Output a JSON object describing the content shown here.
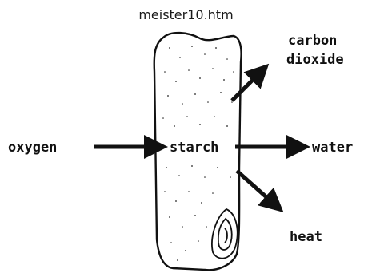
{
  "header": {
    "file_name": "meister10.htm"
  },
  "diagram": {
    "center_label": "starch",
    "inputs": [
      {
        "label": "oxygen"
      }
    ],
    "outputs": [
      {
        "label_lines": [
          "carbon",
          "dioxide"
        ]
      },
      {
        "label": "water"
      },
      {
        "label": "heat"
      }
    ],
    "colors": {
      "ink": "#111111",
      "fill": "#ffffff"
    }
  }
}
